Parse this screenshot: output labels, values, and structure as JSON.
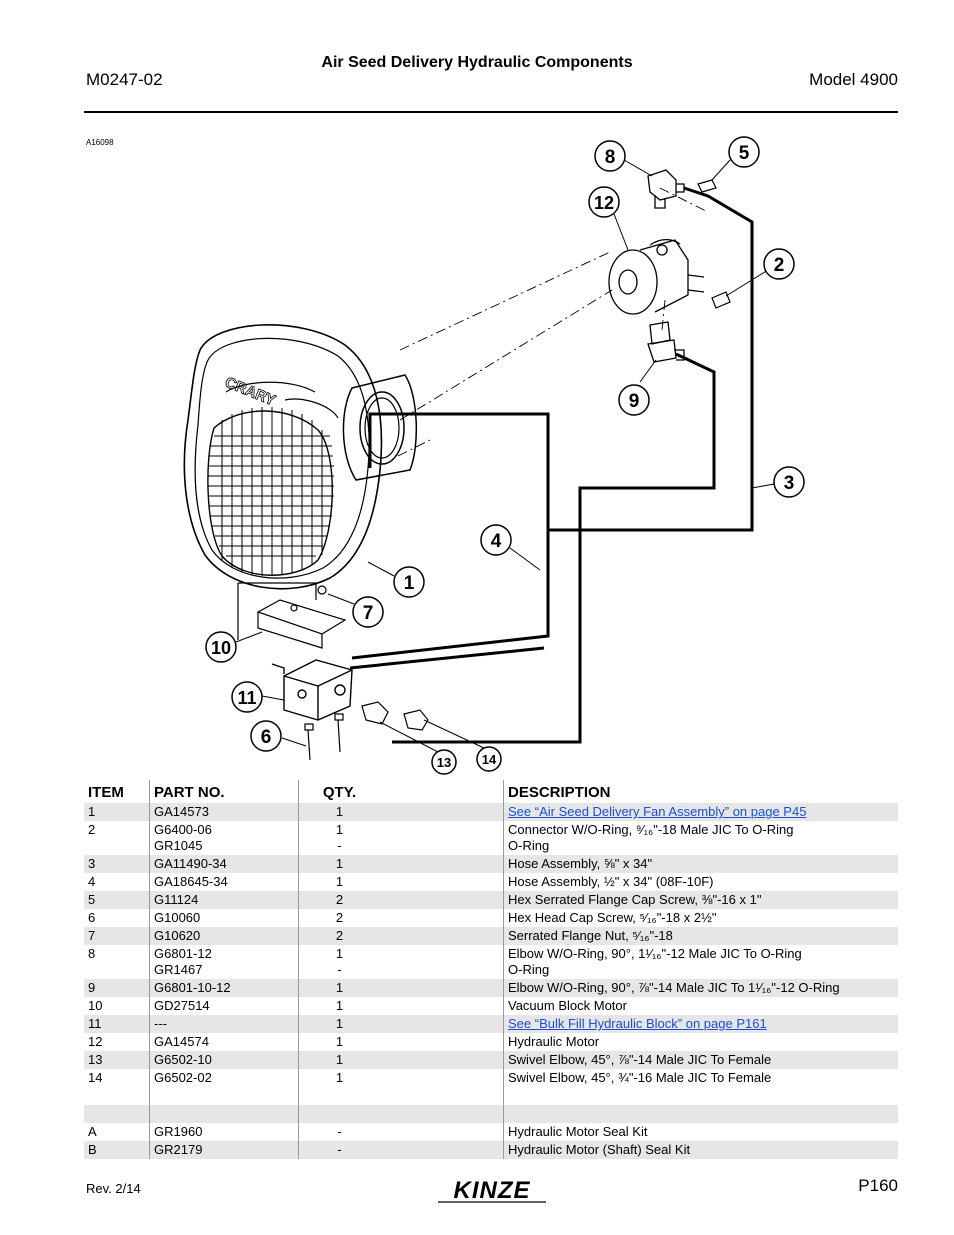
{
  "header": {
    "doc_number": "M0247-02",
    "title": "Air Seed Delivery Hydraulic Components",
    "model": "Model 4900"
  },
  "figure": {
    "id": "A16098",
    "blower_lettering": "CRARY",
    "callouts": [
      "1",
      "2",
      "3",
      "4",
      "5",
      "6",
      "7",
      "8",
      "9",
      "10",
      "11",
      "12",
      "13",
      "14"
    ]
  },
  "table": {
    "headers": {
      "item": "ITEM",
      "part": "PART NO.",
      "qty": "QTY.",
      "desc": "DESCRIPTION"
    },
    "rows": [
      {
        "item": "1",
        "part": "GA14573",
        "qty": "1",
        "desc": "See “Air Seed Delivery Fan Assembly” on page P45",
        "link": true
      },
      {
        "item": "2",
        "part": "G6400-06",
        "qty": "1",
        "desc": "Connector W/O-Ring, ⁹⁄₁₆\"-18 Male JIC To O-Ring",
        "part2": "GR1045",
        "qty2": "-",
        "desc2": "O-Ring"
      },
      {
        "item": "3",
        "part": "GA11490-34",
        "qty": "1",
        "desc": "Hose Assembly, ⅝\" x 34\""
      },
      {
        "item": "4",
        "part": "GA18645-34",
        "qty": "1",
        "desc": "Hose Assembly, ½\" x 34\" (08F-10F)"
      },
      {
        "item": "5",
        "part": "G11124",
        "qty": "2",
        "desc": "Hex Serrated Flange Cap Screw, ⅜\"-16 x 1\""
      },
      {
        "item": "6",
        "part": "G10060",
        "qty": "2",
        "desc": "Hex Head Cap Screw, ⁵⁄₁₆\"-18 x 2½\""
      },
      {
        "item": "7",
        "part": "G10620",
        "qty": "2",
        "desc": "Serrated Flange Nut, ⁵⁄₁₆\"-18"
      },
      {
        "item": "8",
        "part": "G6801-12",
        "qty": "1",
        "desc": "Elbow W/O-Ring, 90°, 1¹⁄₁₆\"-12 Male JIC To O-Ring",
        "part2": "GR1467",
        "qty2": "-",
        "desc2": "O-Ring"
      },
      {
        "item": "9",
        "part": "G6801-10-12",
        "qty": "1",
        "desc": "Elbow W/O-Ring, 90°, ⅞\"-14 Male JIC To 1¹⁄₁₆\"-12 O-Ring"
      },
      {
        "item": "10",
        "part": "GD27514",
        "qty": "1",
        "desc": "Vacuum Block Motor"
      },
      {
        "item": "11",
        "part": "---",
        "qty": "1",
        "desc": "See “Bulk Fill Hydraulic Block” on page P161",
        "link": true
      },
      {
        "item": "12",
        "part": "GA14574",
        "qty": "1",
        "desc": "Hydraulic Motor"
      },
      {
        "item": "13",
        "part": "G6502-10",
        "qty": "1",
        "desc": "Swivel Elbow, 45°, ⅞\"-14 Male JIC To Female"
      },
      {
        "item": "14",
        "part": "G6502-02",
        "qty": "1",
        "desc": "Swivel Elbow, 45°, ¾\"-16 Male JIC To Female"
      },
      {
        "item": "A",
        "part": "GR1960",
        "qty": "-",
        "desc": "Hydraulic Motor Seal Kit"
      },
      {
        "item": "B",
        "part": "GR2179",
        "qty": "-",
        "desc": "Hydraulic Motor (Shaft) Seal Kit"
      }
    ]
  },
  "footer": {
    "revision": "Rev. 2/14",
    "brand": "KINZE",
    "page": "P160"
  }
}
